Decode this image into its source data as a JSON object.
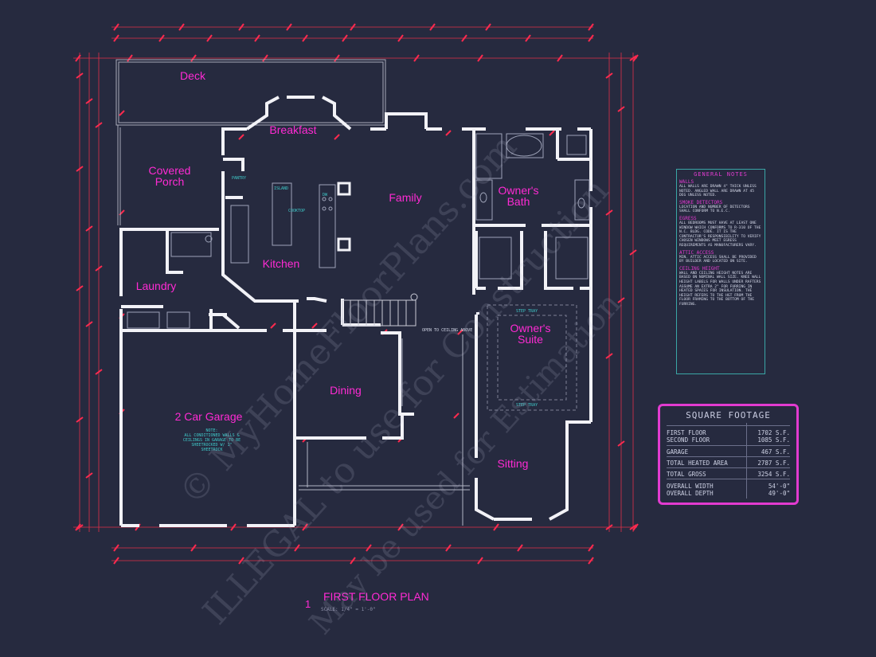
{
  "rooms": {
    "deck": "Deck",
    "breakfast": "Breakfast",
    "covered_porch": "Covered\nPorch",
    "family": "Family",
    "owners_bath": "Owner's\nBath",
    "kitchen": "Kitchen",
    "laundry": "Laundry",
    "owners_suite": "Owner's\nSuite",
    "dining": "Dining",
    "garage": "2 Car Garage",
    "sitting": "Sitting"
  },
  "garage_note": "NOTE:\nALL CONDITIONED WALLS &\nCEILINGS IN GARAGE TO BE\nSHEETROCKED W/ 1\" SHEETROCK",
  "small_labels": {
    "pantry": "PANTRY",
    "island": "ISLAND",
    "cooktop": "COOKTOP",
    "dishwasher": "DW",
    "step_tray_top": "STEP TRAY",
    "step_tray_bottom": "STEP TRAY",
    "open_to_below": "OPEN TO CEILING ABOVE"
  },
  "general_notes": {
    "title": "GENERAL NOTES",
    "sections": [
      {
        "heading": "WALLS",
        "text": "ALL WALLS ARE DRAWN 4\" THICK UNLESS NOTED. ANGLED WALL ARE DRAWN AT 45 DEG UNLESS NOTED."
      },
      {
        "heading": "SMOKE DETECTORS",
        "text": "LOCATION AND NUMBER OF DETECTORS SHALL CONFORM TO N.E.C."
      },
      {
        "heading": "EGRESS",
        "text": "ALL BEDROOMS MUST HAVE AT LEAST ONE WINDOW WHICH CONFORMS TO R-310 OF THE N.C. BLDG. CODE. IT IS THE CONTRACTOR'S RESPONSIBILITY TO VERIFY CHOSEN WINDOWS MEET EGRESS REQUIREMENTS AS MANUFACTURERS VARY."
      },
      {
        "heading": "ATTIC ACCESS",
        "text": "MIN. ATTIC ACCESS SHALL BE PROVIDED BY BUILDER AND LOCATED ON SITE."
      },
      {
        "heading": "CEILING HEIGHT",
        "text": "WALL AND CEILING HEIGHT NOTES ARE BASED ON NOMINAL WALL SIZE. KNEE WALL HEIGHT LABELS FOR WALLS UNDER RAFTERS ASSUME AN EXTRA 2\" FOR FURRING IN HEATED SPACES FOR INSULATION. THE HEIGHT REFERS TO THE HGT FROM THE FLOOR FRAMING TO THE BOTTOM OF THE FURRING."
      }
    ]
  },
  "square_footage": {
    "title": "SQUARE FOOTAGE",
    "rows": [
      {
        "label": "FIRST FLOOR",
        "value": "1702 S.F."
      },
      {
        "label": "SECOND FLOOR",
        "value": "1085 S.F."
      },
      {
        "label": "GARAGE",
        "value": "467 S.F."
      },
      {
        "label": "TOTAL HEATED AREA",
        "value": "2787 S.F."
      },
      {
        "label": "TOTAL GROSS",
        "value": "3254 S.F."
      },
      {
        "label": "OVERALL WIDTH",
        "value": "54'-0\""
      },
      {
        "label": "OVERALL DEPTH",
        "value": "49'-0\""
      }
    ]
  },
  "plan_title": {
    "number": "1",
    "title": "FIRST FLOOR PLAN",
    "scale": "SCALE: 1/4\" = 1'-0\""
  },
  "watermark": {
    "line1": "© MyHomeFloorPlans.com",
    "line2": "ILLEGAL to use for Construction",
    "line3": "May be used for Estimation"
  },
  "colors": {
    "background": "#262a3f",
    "walls": "#f2f2f7",
    "dimensions": "#ff2a4f",
    "room_labels": "#ff2ad4",
    "annotations": "#3fc9c9",
    "box_border": "#e23bd0"
  }
}
